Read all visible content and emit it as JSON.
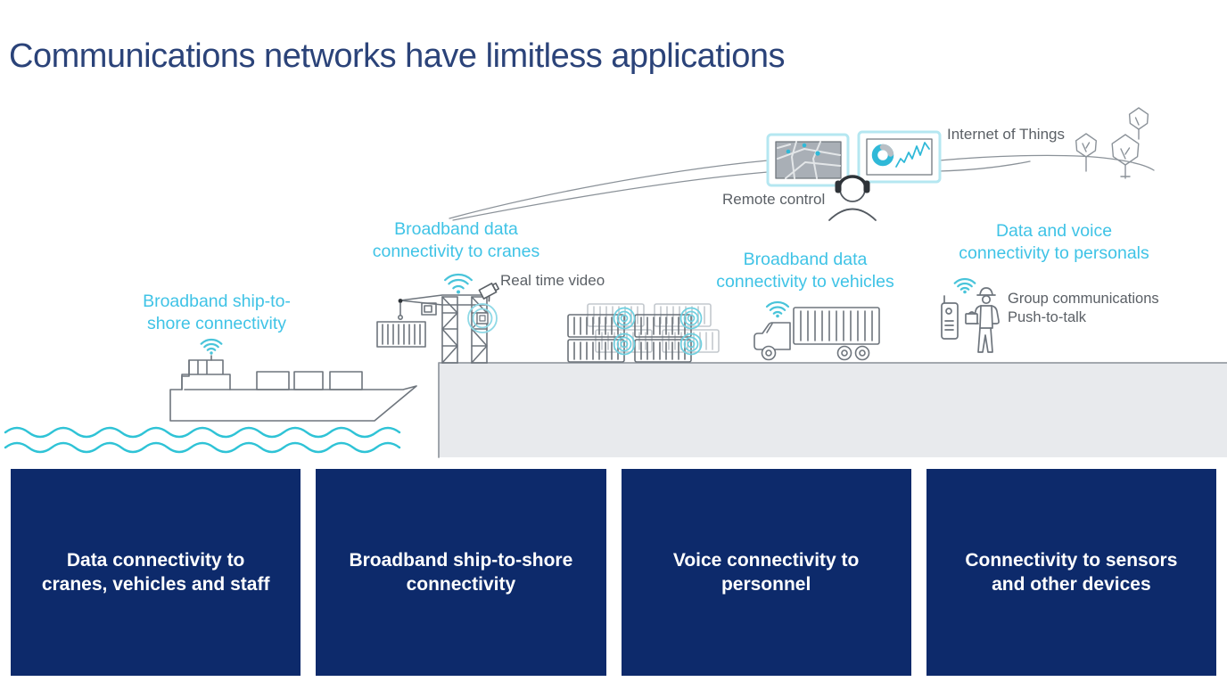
{
  "title": "Communications networks have limitless applications",
  "colors": {
    "accent_cyan": "#3fc3e6",
    "card_navy": "#0d2a6b",
    "title_navy": "#2b4379",
    "outline_gray": "#6e757d",
    "ghost_gray": "#c3c8cd",
    "quay_gray": "#e8eaed",
    "water_cyan": "#2fc3d6",
    "label_gray": "#5b6066"
  },
  "scene": {
    "labels": {
      "ship": "Broadband ship-to-\nshore connectivity",
      "cranes": "Broadband data\nconnectivity to cranes",
      "vehicles": "Broadband data\nconnectivity to vehicles",
      "personals": "Data and voice\nconnectivity to personals",
      "real_time_video": "Real time video",
      "remote_control": "Remote control",
      "internet_of_things": "Internet of Things",
      "group_communications": "Group communications\nPush-to-talk"
    }
  },
  "cards": [
    {
      "label": "Data connectivity to\ncranes, vehicles and staff"
    },
    {
      "label": "Broadband ship-to-shore\nconnectivity"
    },
    {
      "label": "Voice connectivity to\npersonnel"
    },
    {
      "label": "Connectivity to sensors\nand other devices"
    }
  ]
}
